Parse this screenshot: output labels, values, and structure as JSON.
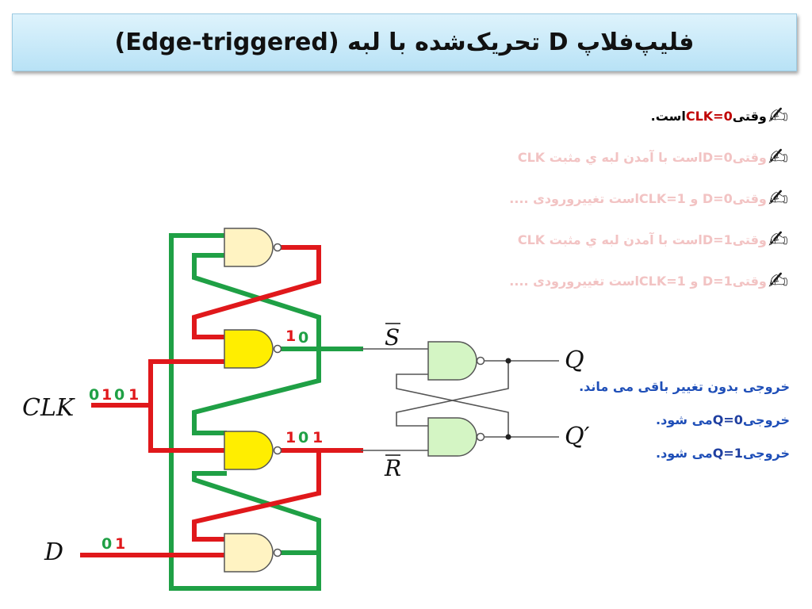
{
  "title": "فلیپ‌فلاپ D تحریک‌شده با لبه (Edge-triggered)",
  "bullets": [
    {
      "pre": "وقتی ",
      "highlight": "CLK=0",
      "post": " است."
    },
    {
      "pre": "وقتی ",
      "highlight": "D=0",
      "post": " است با آمدن لبه ي مثبت CLK"
    },
    {
      "pre": "وقتی ",
      "highlight": "D=0 و CLK=1",
      "post": " است تغییرورودی ...."
    },
    {
      "pre": "وقتی ",
      "highlight": "D=1",
      "post": " است با آمدن لبه ي مثبت CLK"
    },
    {
      "pre": "وقتی ",
      "highlight": "D=1 و CLK=1",
      "post": " است تغییرورودی ...."
    }
  ],
  "outputs": [
    {
      "text": "خروجی بدون تغییر باقی می ماند.",
      "highlight": ""
    },
    {
      "pre": "خروجی ",
      "highlight": "Q=0",
      "post": " می شود."
    },
    {
      "pre": "خروجی ",
      "highlight": "Q=1",
      "post": " می شود."
    }
  ],
  "labels": {
    "clk": "CLK",
    "d": "D",
    "s_bar": "S",
    "r_bar": "R",
    "q": "Q",
    "q_prime": "Q′"
  },
  "signals": {
    "clk_bits": [
      "0",
      "1",
      "0",
      "1"
    ],
    "d_bits": [
      "0",
      "1"
    ],
    "s_bits": [
      "1",
      "0"
    ],
    "r_bits": [
      "1",
      "0",
      "1"
    ]
  },
  "colors": {
    "green": "#1fa045",
    "red": "#e0181b",
    "gate_fill_active": "#ffee00",
    "gate_fill_idle": "#fff3c2",
    "latch_fill": "#d4f5c4",
    "wire": "#555555"
  },
  "pen_icon": "✍"
}
